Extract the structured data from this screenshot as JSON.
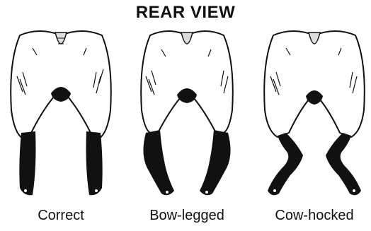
{
  "title": "REAR VIEW",
  "figures": [
    {
      "name": "correct",
      "label": "Correct"
    },
    {
      "name": "bow-legged",
      "label": "Bow-legged"
    },
    {
      "name": "cow-hocked",
      "label": "Cow-hocked"
    }
  ]
}
